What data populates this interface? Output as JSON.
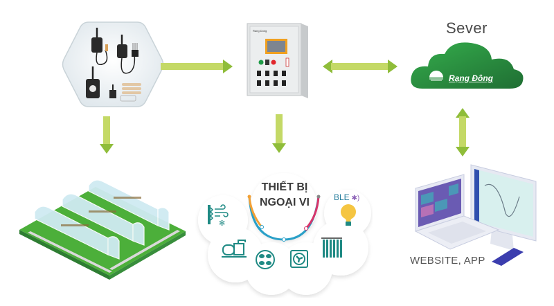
{
  "diagram": {
    "nodes": {
      "sensors": {
        "label": "",
        "icon": "sensor-devices-icon"
      },
      "cabinet": {
        "label": "",
        "icon": "control-cabinet-icon",
        "brand": "Rang Dong"
      },
      "server": {
        "label": "Sever",
        "brand": "Rạng Đông",
        "icon": "cloud-icon"
      },
      "greenhouse": {
        "label": "",
        "icon": "greenhouse-icon"
      },
      "peripherals": {
        "title_line1": "THIẾT BỊ",
        "title_line2": "NGOẠI VI",
        "ble_label": "BLE",
        "devices": [
          "air-conditioner-icon",
          "water-pump-icon",
          "ceiling-fan-icon",
          "exhaust-fan-icon",
          "heater-icon",
          "light-bulb-icon"
        ]
      },
      "clients": {
        "label": "WEBSITE, APP",
        "icon": "computer-devices-icon"
      }
    },
    "edges": [
      {
        "from": "sensors",
        "to": "cabinet",
        "direction": "one-way"
      },
      {
        "from": "cabinet",
        "to": "server",
        "direction": "two-way"
      },
      {
        "from": "server",
        "to": "clients",
        "direction": "two-way"
      },
      {
        "from": "sensors",
        "to": "greenhouse",
        "direction": "one-way"
      },
      {
        "from": "cabinet",
        "to": "peripherals",
        "direction": "one-way"
      }
    ],
    "colors": {
      "arrow_body": "#c4d966",
      "arrow_head": "#8fbd3a",
      "cloud_green": "#2e9a45",
      "teal_icons": "#1f8a84"
    }
  }
}
